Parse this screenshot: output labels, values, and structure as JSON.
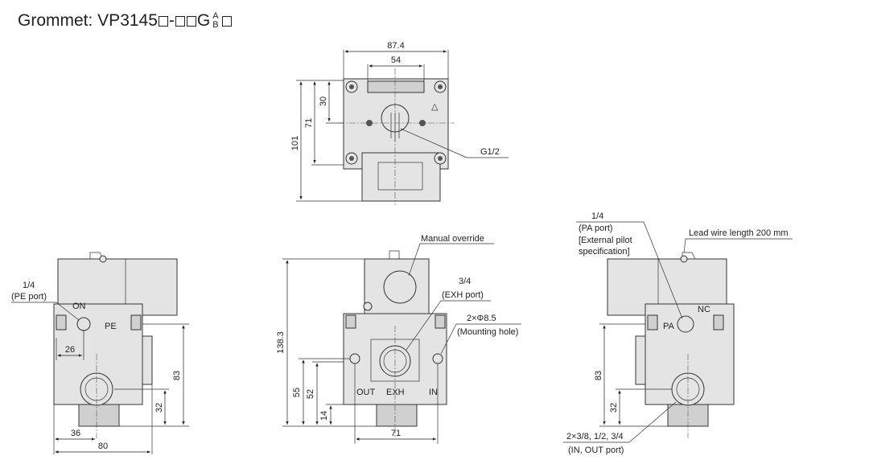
{
  "title": {
    "prefix": "Grommet: VP3145",
    "dash": "-",
    "g": "G",
    "sup": "A",
    "sub": "B"
  },
  "top_view": {
    "dim_width_outer": "87.4",
    "dim_width_inner": "54",
    "dim_height_total": "101",
    "dim_height_71": "71",
    "dim_height_30": "30",
    "port_label": "G1/2",
    "triangle_mark": "△"
  },
  "left_view": {
    "pe_port_size": "1/4",
    "pe_port_label": "(PE port)",
    "on_label": "ON",
    "pe_label": "PE",
    "dim_26": "26",
    "dim_83": "83",
    "dim_32": "32",
    "dim_36": "36",
    "dim_80": "80"
  },
  "front_view": {
    "manual_override": "Manual override",
    "exh_size": "3/4",
    "exh_label": "(EXH port)",
    "mount_hole": "2×Φ8.5",
    "mount_label": "(Mounting hole)",
    "dim_138": "138.3",
    "dim_55": "55",
    "dim_52": "52",
    "dim_14": "14",
    "dim_71": "71",
    "out_label": "OUT",
    "exh_port_label": "EXH",
    "in_label": "IN"
  },
  "right_view": {
    "pa_size": "1/4",
    "pa_port": "(PA port)",
    "pa_ext1": "[External pilot",
    "pa_ext2": "specification]",
    "lead_wire": "Lead wire length 200 mm",
    "nc_label": "NC",
    "pa_label": "PA",
    "dim_83": "83",
    "dim_32": "32",
    "io_size": "2×3/8, 1/2, 3/4",
    "io_label": "(IN, OUT port)"
  }
}
